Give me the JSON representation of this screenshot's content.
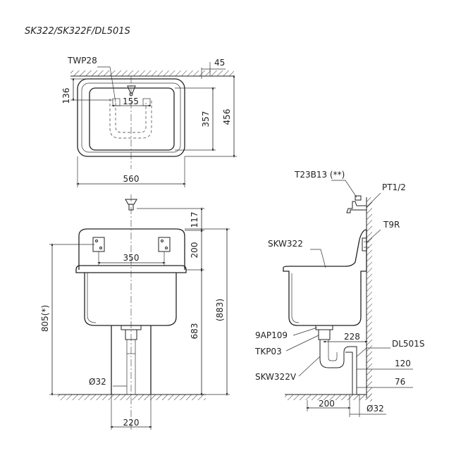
{
  "title": "SK322/SK322F/DL501S",
  "labels": {
    "twp28": "TWP28",
    "t23b13": "T23B13 (**)",
    "pt12": "PT1/2",
    "t9r": "T9R",
    "skw322": "SKW322",
    "ap109": "9AP109",
    "tkp03": "TKP03",
    "skw322v": "SKW322V",
    "dl501s": "DL501S"
  },
  "dims": {
    "d45": "45",
    "d136": "136",
    "d155": "155",
    "d357": "357",
    "d456": "456",
    "d560": "560",
    "d117": "117",
    "d200a": "200",
    "d350": "350",
    "d805": "805(*)",
    "d683": "683",
    "d883": "(883)",
    "d32a": "Ø32",
    "d220": "220",
    "d228": "228",
    "d120": "120",
    "d76": "76",
    "d200b": "200",
    "d32b": "Ø32"
  }
}
